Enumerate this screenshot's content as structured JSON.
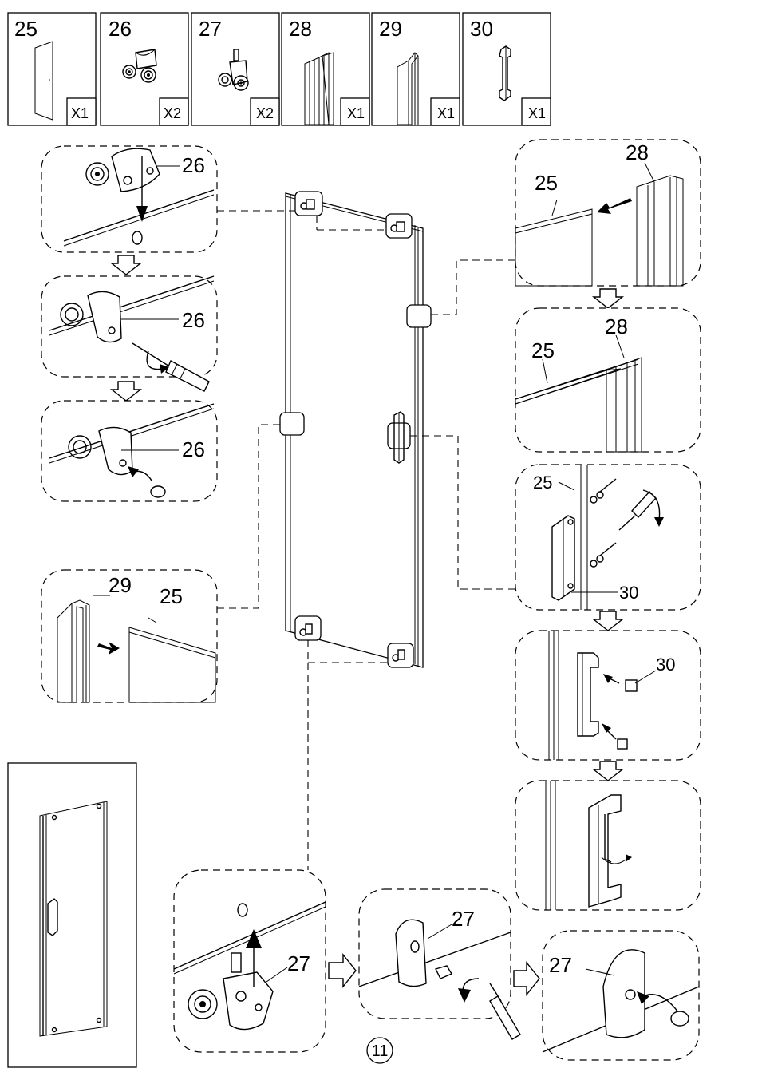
{
  "parts": [
    {
      "id": "25",
      "qty": "X1",
      "icon": "glass-panel-icon"
    },
    {
      "id": "26",
      "qty": "X2",
      "icon": "top-roller-icon"
    },
    {
      "id": "27",
      "qty": "X2",
      "icon": "bottom-roller-icon"
    },
    {
      "id": "28",
      "qty": "X1",
      "icon": "seal-profile-icon"
    },
    {
      "id": "29",
      "qty": "X1",
      "icon": "wall-profile-icon"
    },
    {
      "id": "30",
      "qty": "X1",
      "icon": "handle-icon"
    }
  ],
  "callouts": {
    "top_roller_1": "26",
    "top_roller_2": "26",
    "top_roller_3": "26",
    "wall_profile_part": "29",
    "wall_profile_glass": "25",
    "seal_glass_1": "25",
    "seal_part_1": "28",
    "seal_glass_2": "25",
    "seal_part_2": "28",
    "handle_glass": "25",
    "handle_part": "30",
    "cap_part": "30",
    "bottom_roller_1": "27",
    "bottom_roller_2": "27",
    "bottom_roller_3": "27"
  },
  "page_number": "11"
}
